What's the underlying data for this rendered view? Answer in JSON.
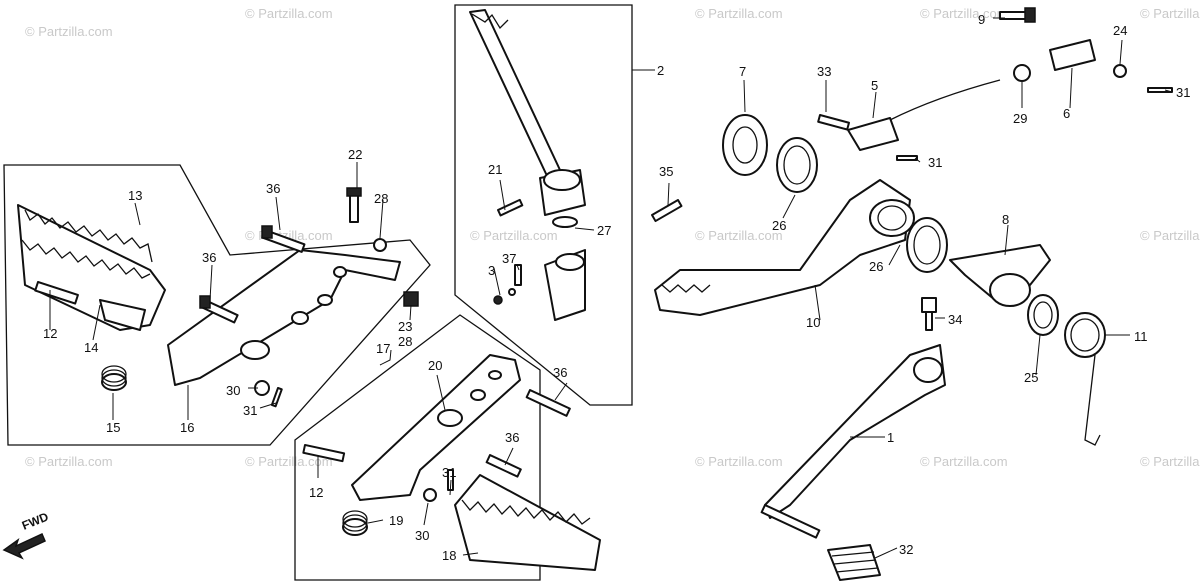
{
  "watermark": "© Partzilla.com",
  "direction_label": "FWD",
  "callouts": {
    "c1": "1",
    "c2": "2",
    "c5": "5",
    "c6": "6",
    "c7": "7",
    "c8": "8",
    "c9": "9",
    "c10": "10",
    "c11": "11",
    "c12a": "12",
    "c12b": "12",
    "c13": "13",
    "c14": "14",
    "c15": "15",
    "c16": "16",
    "c17": "17",
    "c18": "18",
    "c19": "19",
    "c20": "20",
    "c21": "21",
    "c22": "22",
    "c23": "23",
    "c24": "24",
    "c25": "25",
    "c26a": "26",
    "c26b": "26",
    "c27": "27",
    "c28a": "28",
    "c28b": "28",
    "c29": "29",
    "c30a": "30",
    "c30b": "30",
    "c31a": "31",
    "c31b": "31",
    "c31c": "31",
    "c31d": "31",
    "c32": "32",
    "c33": "33",
    "c34": "34",
    "c35": "35",
    "c36a": "36",
    "c36b": "36",
    "c36c": "36",
    "c36d": "36",
    "c37": "37",
    "c3": "3"
  }
}
